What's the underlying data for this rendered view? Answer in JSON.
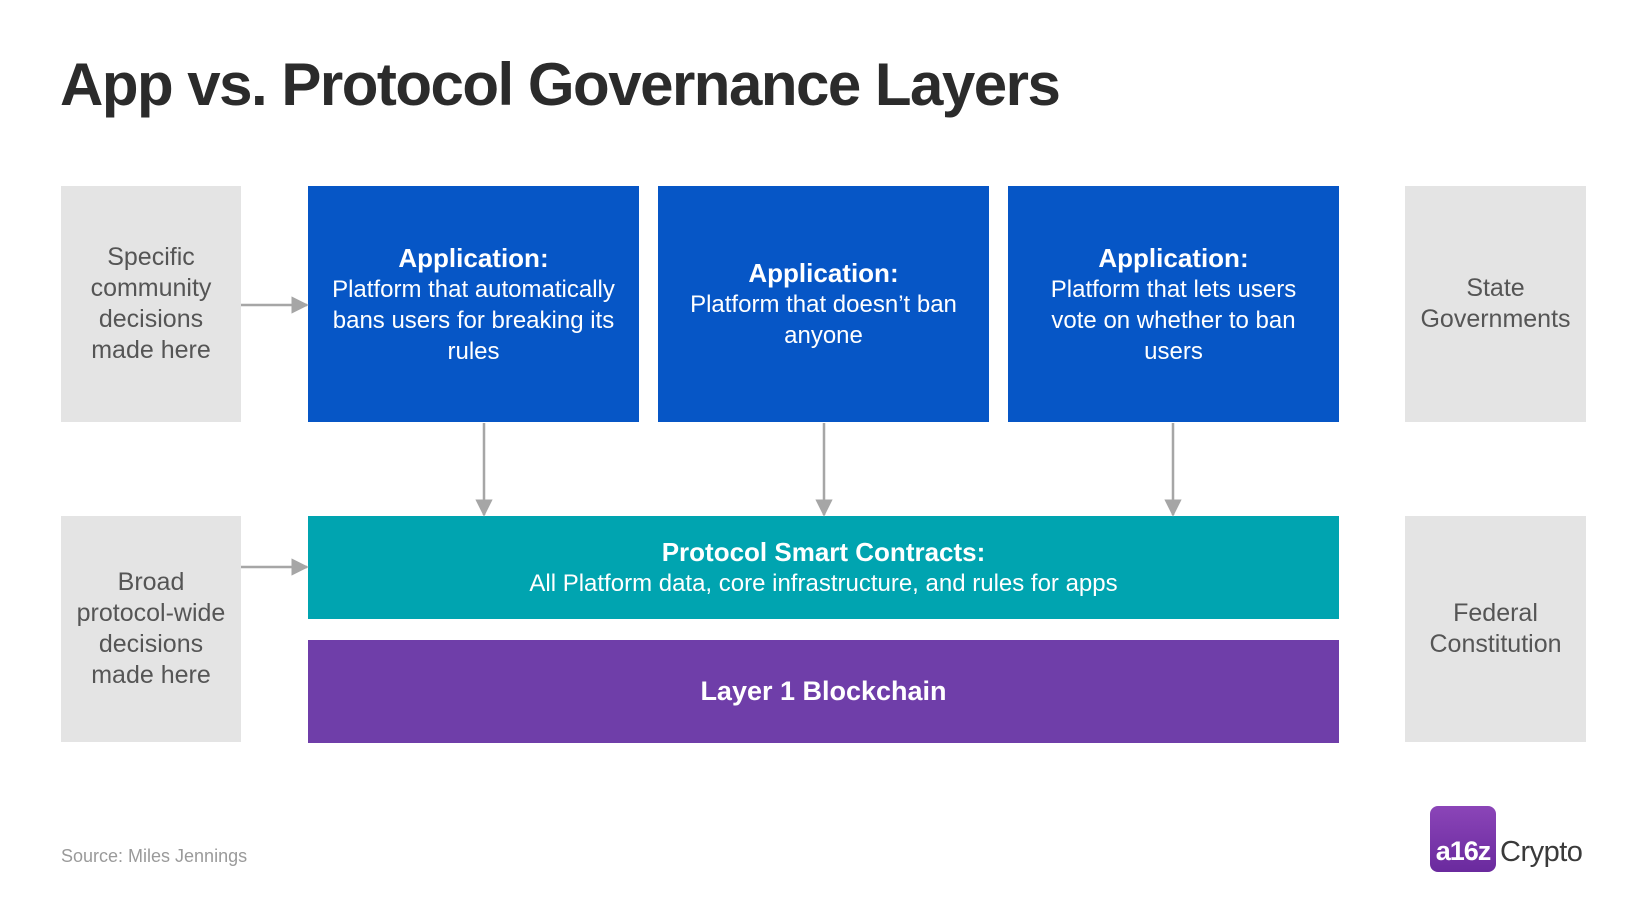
{
  "title": "App vs. Protocol Governance Layers",
  "left_labels": {
    "top": "Specific community decisions made here",
    "bottom": "Broad protocol-wide decisions made here"
  },
  "applications": [
    {
      "heading": "Application:",
      "body": "Platform that automatically bans users for breaking its rules"
    },
    {
      "heading": "Application:",
      "body": "Platform that doesn’t ban anyone"
    },
    {
      "heading": "Application:",
      "body": "Platform that lets users vote on whether to ban users"
    }
  ],
  "protocol": {
    "heading": "Protocol Smart Contracts:",
    "body": "All Platform data, core infrastructure, and rules for apps"
  },
  "layer1": {
    "label": "Layer 1 Blockchain"
  },
  "right_labels": {
    "top": "State Governments",
    "bottom": "Federal Constitution"
  },
  "source": "Source: Miles Jennings",
  "logo": {
    "mark": "a16z",
    "word": "Crypto"
  },
  "colors": {
    "application": "#0656c6",
    "protocol": "#00a4b0",
    "layer1": "#6f3ea9",
    "side_box": "#e4e4e4",
    "logo": "#7b36ad"
  }
}
